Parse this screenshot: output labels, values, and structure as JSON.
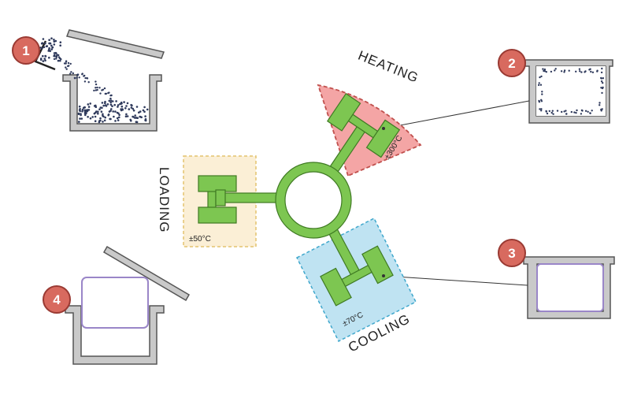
{
  "stations": {
    "heating": {
      "label": "HEATING",
      "temperature": "±300°C"
    },
    "loading": {
      "label": "LOADING",
      "temperature": "±50°C"
    },
    "cooling": {
      "label": "COOLING",
      "temperature": "±70°C"
    }
  },
  "steps": [
    "1",
    "2",
    "3",
    "4"
  ],
  "colors": {
    "arm_green": "#7dc651",
    "arm_stroke": "#3f7a23",
    "heating_fill": "#f4a5a5",
    "heating_border": "#c0504d",
    "loading_fill": "#fbefd6",
    "loading_border": "#e3c36f",
    "cooling_fill": "#bfe3f2",
    "cooling_border": "#3fa7cc",
    "mold_gray": "#c9c9c9",
    "mold_stroke": "#555555",
    "badge_fill": "#d86a5f",
    "badge_stroke": "#9a3a33",
    "part_purple": "#9a86c8",
    "powder": "#2f3a5c"
  }
}
